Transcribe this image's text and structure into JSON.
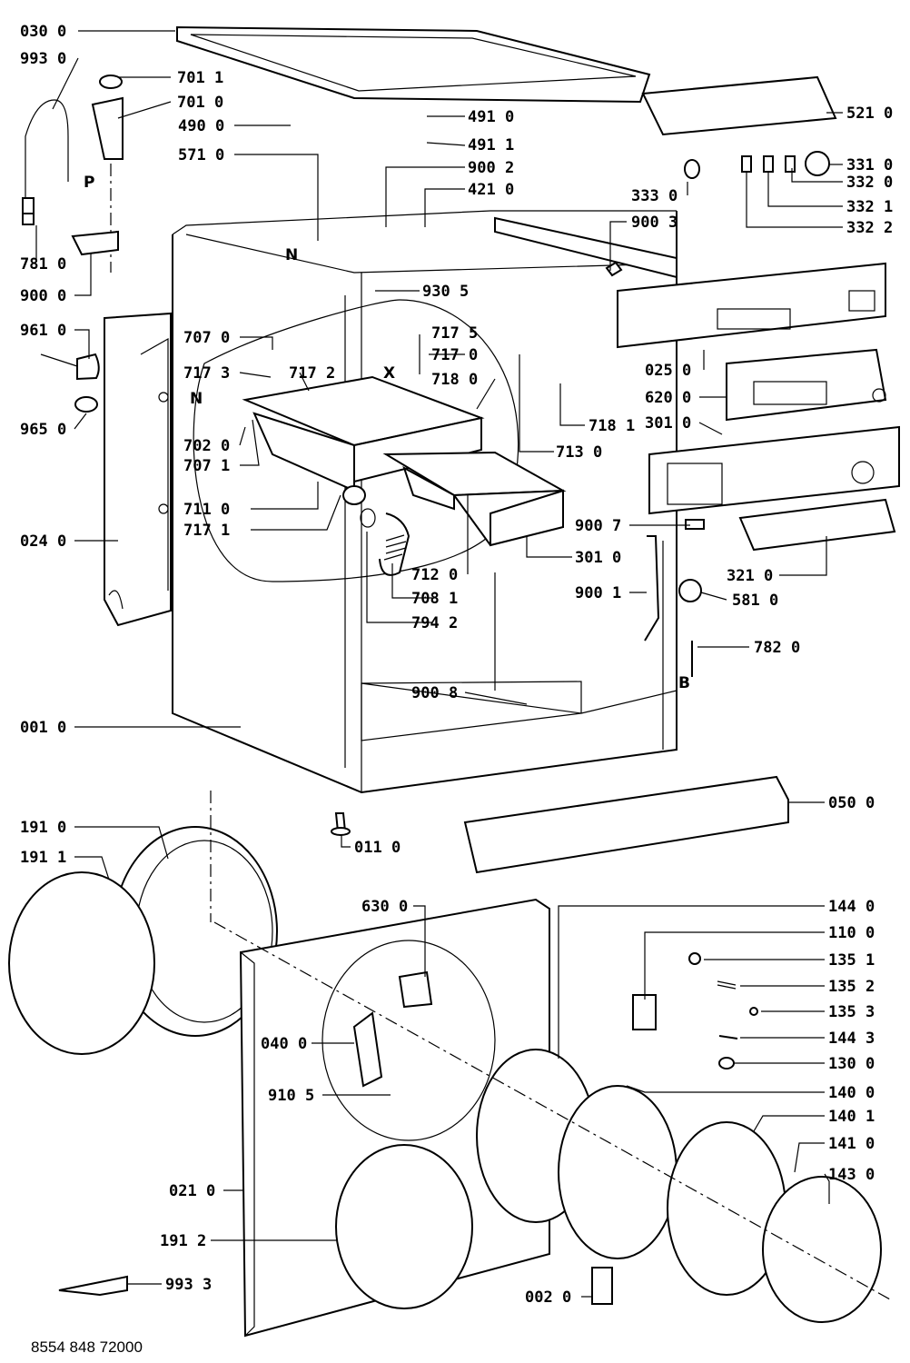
{
  "part_labels": [
    "030 0",
    "993 0",
    "701 1",
    "701 0",
    "490 0",
    "491 0",
    "491 1",
    "521 0",
    "571 0",
    "900 2",
    "421 0",
    "331 0",
    "333 0",
    "332 0",
    "332 1",
    "332 2",
    "900 3",
    "781 0",
    "900 0",
    "930 5",
    "961 0",
    "707 0",
    "717 5",
    "717 0",
    "717 3",
    "717 2",
    "718 0",
    "025 0",
    "620 0",
    "718 1",
    "702 0",
    "707 1",
    "713 0",
    "301 0",
    "965 0",
    "711 0",
    "717 1",
    "900 7",
    "024 0",
    "301 0",
    "712 0",
    "321 0",
    "900 1",
    "708 1",
    "581 0",
    "794 2",
    "782 0",
    "900 8",
    "001 0",
    "050 0",
    "191 0",
    "011 0",
    "191 1",
    "630 0",
    "144 0",
    "110 0",
    "135 1",
    "135 2",
    "135 3",
    "040 0",
    "144 3",
    "130 0",
    "910 5",
    "140 0",
    "140 1",
    "141 0",
    "143 0",
    "021 0",
    "191 2",
    "002 0",
    "993 3"
  ],
  "letter_marks": [
    "P",
    "N",
    "X",
    "N",
    "B"
  ],
  "footer_code": "8554 848 72000"
}
